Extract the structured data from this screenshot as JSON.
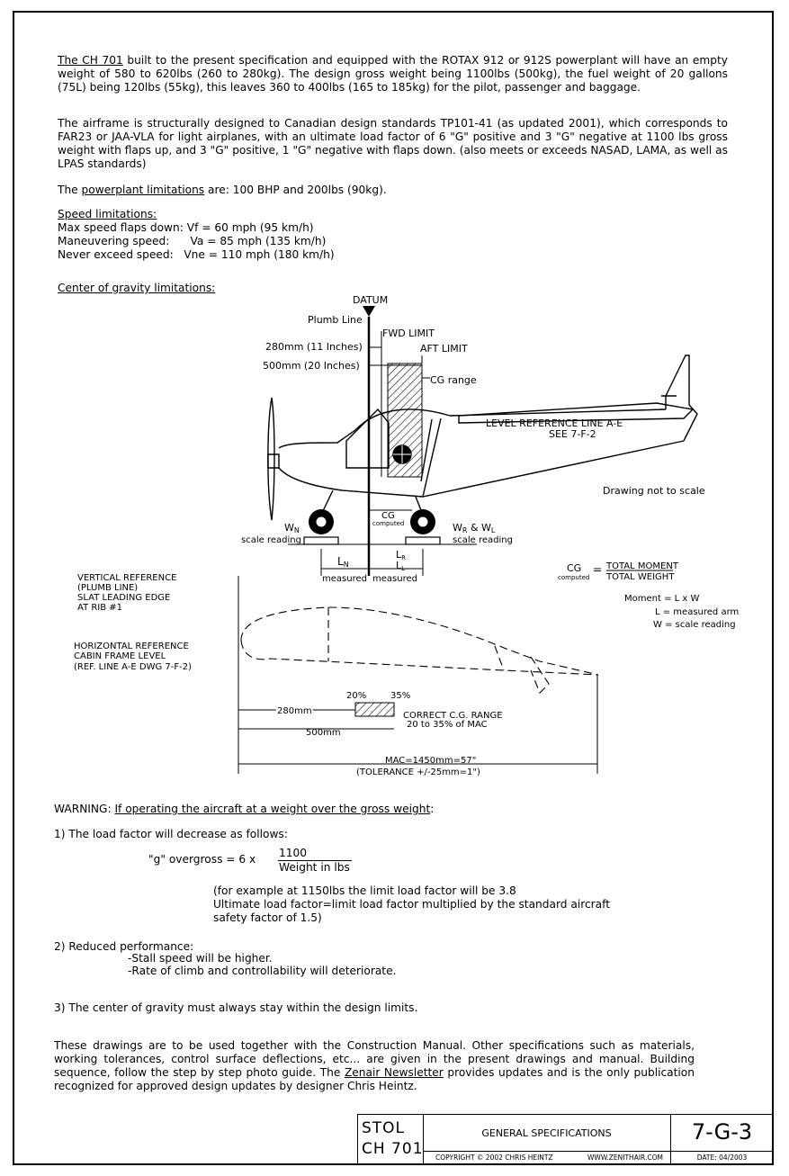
{
  "intro": {
    "lead_underlined": "The CH 701",
    "rest": " built to the present specification and equipped with the ROTAX 912 or 912S  powerplant will have an empty weight of 580 to 620lbs (260 to 280kg). The design gross weight being 1100lbs (500kg), the fuel weight of 20 gallons (75L) being 120lbs (55kg), this leaves 360 to 400lbs (165 to 185kg) for the pilot, passenger and baggage."
  },
  "airframe": "The airframe is structurally designed to Canadian design standards TP101-41 (as updated 2001), which corresponds to FAR23 or JAA-VLA for light airplanes, with an ultimate load factor of 6 \"G\" positive and 3 \"G\" negative at 1100 lbs gross weight with flaps up, and 3 \"G\" positive, 1 \"G\" negative with flaps down. (also meets or exceeds NASAD, LAMA, as well as LPAS standards)",
  "powerplant": {
    "prefix": "The ",
    "underlined": "powerplant limitations",
    "suffix": " are: 100 BHP and 200lbs (90kg)."
  },
  "speed": {
    "heading": "Speed limitations:",
    "lines": [
      "Max speed flaps down: Vf = 60 mph (95 km/h)",
      "Maneuvering speed:      Va = 85 mph (135 km/h)",
      "Never exceed speed:   Vne = 110 mph (180 km/h)"
    ]
  },
  "cg_heading": "Center of gravity limitations:",
  "diagram": {
    "datum": "DATUM",
    "plumb_line": "Plumb Line",
    "fwd_limit": "FWD LIMIT",
    "aft_limit": "AFT LIMIT",
    "dim_280": "280mm (11 Inches)",
    "dim_500": "500mm (20 Inches)",
    "cg_range": "CG range",
    "level_ref_1": "LEVEL REFERENCE LINE A-E",
    "level_ref_2": "SEE 7-F-2",
    "not_to_scale": "Drawing not to scale",
    "cg_label": "CG",
    "computed": "computed",
    "wn": "W",
    "wn_sub": "N",
    "wr": "W",
    "wr_sub": "R",
    "amp": " & W",
    "wl_sub": "L",
    "scale_reading": "scale reading",
    "ln": "L",
    "ln_sub": "N",
    "lr": "L",
    "lr_sub": "R",
    "ll": "L",
    "ll_sub": "L",
    "measured": "measured",
    "formula_cg": "CG",
    "formula_computed": "computed",
    "total_moment": "TOTAL MOMENT",
    "total_weight": "TOTAL WEIGHT",
    "moment_1": "Moment = L x W",
    "moment_2": "L = measured arm",
    "moment_3": "W = scale reading",
    "vert_ref": [
      "VERTICAL REFERENCE",
      "(PLUMB LINE)",
      "SLAT LEADING EDGE",
      "AT RIB #1"
    ],
    "horiz_ref": [
      "HORIZONTAL REFERENCE",
      "CABIN FRAME LEVEL",
      "(REF. LINE A-E DWG 7-F-2)"
    ],
    "pct20": "20%",
    "pct35": "35%",
    "mm280": "280mm",
    "mm500": "500mm",
    "correct_cg_1": "CORRECT C.G. RANGE",
    "correct_cg_2": "20 to 35% of MAC",
    "mac": "MAC=1450mm=57\"",
    "tolerance": "(TOLERANCE +/-25mm=1\")"
  },
  "warning": {
    "prefix": "WARNING: ",
    "underlined": "If operating the aircraft at a weight over the gross weight",
    "suffix": ":"
  },
  "item1": {
    "text": "1) The load factor will decrease as follows:",
    "formula_left": "\"g\" overgross = 6 x",
    "numerator": "1100",
    "denominator": "Weight in lbs",
    "example": [
      "(for example at 1150lbs the limit load factor will be 3.8",
      "Ultimate load factor=limit load factor multiplied by the standard aircraft",
      "safety factor of 1.5)"
    ]
  },
  "item2": {
    "text": "2) Reduced performance:",
    "lines": [
      "-Stall speed will be higher.",
      "-Rate of climb and controllability will deteriorate."
    ]
  },
  "item3": "3) The center of gravity must always stay within the design limits.",
  "footer": {
    "part1": "These drawings are to be used together with the Construction Manual. Other specifications such as materials, working tolerances, control surface deflections, etc... are given in the present drawings and manual.  Building sequence, follow the step by step photo guide. The ",
    "newsletter": "Zenair Newsletter",
    "part2": " provides updates and is the only publication recognized for approved design updates by designer Chris Heintz."
  },
  "title_block": {
    "model_1": "STOL",
    "model_2": "CH 701",
    "title": "GENERAL SPECIFICATIONS",
    "copyright": "COPYRIGHT © 2002 CHRIS HEINTZ",
    "website": "WWW.ZENITHAIR.COM",
    "drawing_no": "7-G-3",
    "date": "DATE: 04/2003"
  }
}
